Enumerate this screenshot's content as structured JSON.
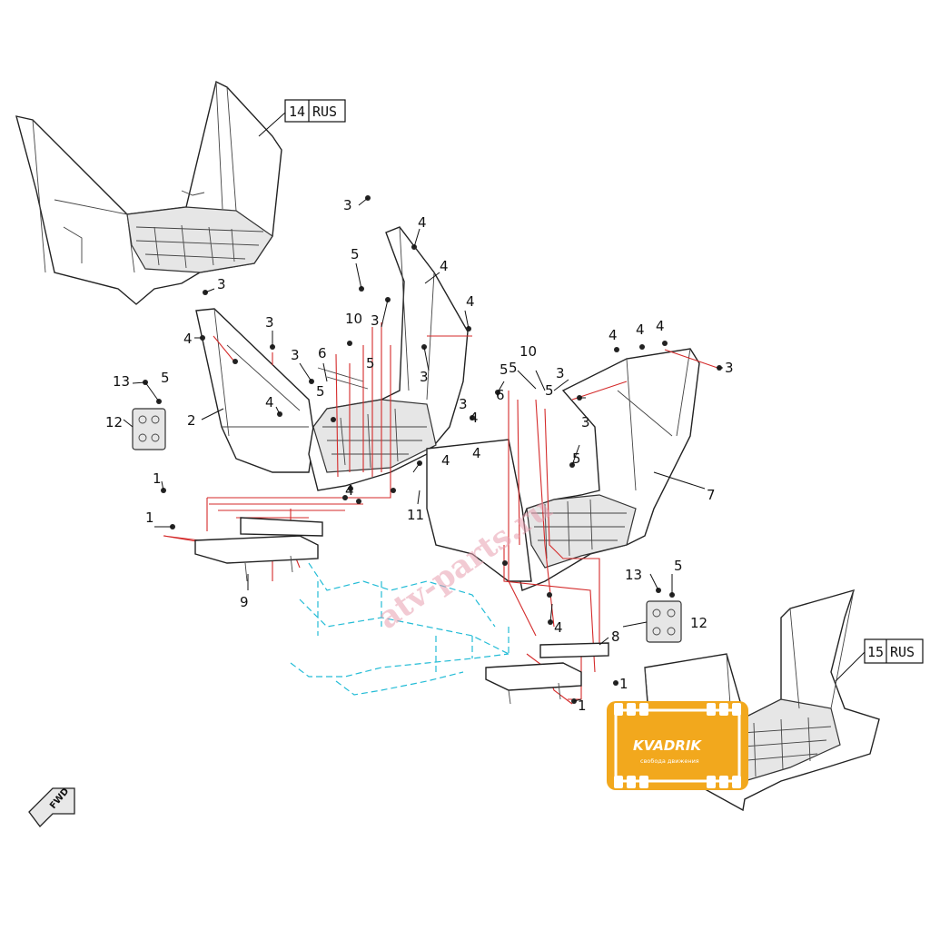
{
  "callouts": [
    "1",
    "2",
    "3",
    "4",
    "5",
    "6",
    "7",
    "8",
    "9",
    "10",
    "11",
    "12",
    "13"
  ],
  "reference_boxes": [
    {
      "number": "14",
      "label": "RUS"
    },
    {
      "number": "15",
      "label": "RUS"
    }
  ],
  "direction_marker": "FWD",
  "watermark": "atv-parts.ru",
  "logo": {
    "name": "KVADRIK",
    "tagline": "свобода движения"
  },
  "colors": {
    "fastener_lines": "#d42a2a",
    "frame_phantom": "#23bcd6",
    "logo_orange": "#f2a81d",
    "outline": "#222222"
  }
}
